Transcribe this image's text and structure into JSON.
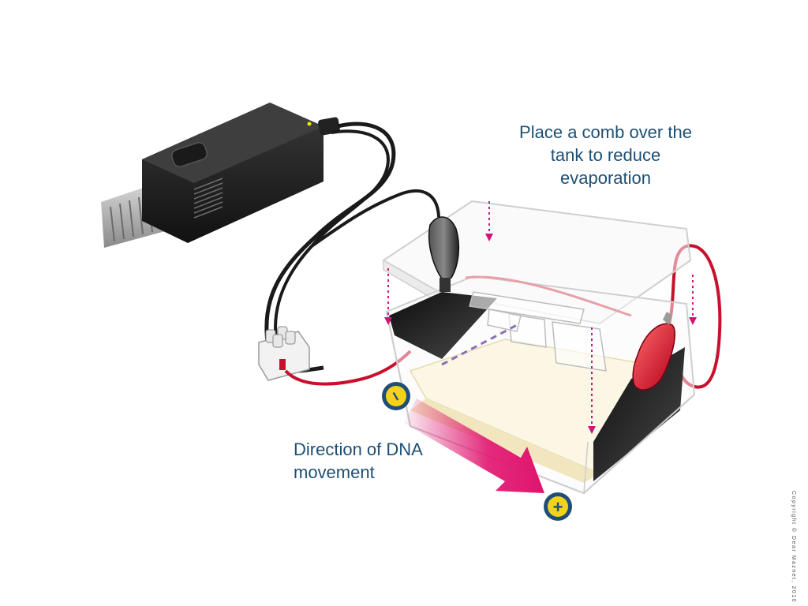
{
  "labels": {
    "comb_line1": "Place a comb over the",
    "comb_line2": "tank to reduce",
    "comb_line3": "evaporation",
    "dna_line1": "Direction of DNA",
    "dna_line2": "movement",
    "copyright": "Copyright © Dear Maznet, 2010"
  },
  "electrodes": {
    "negative_symbol": "−",
    "positive_symbol": "+"
  },
  "colors": {
    "text": "#1d4f73",
    "arrow": "#e0136e",
    "red_wire": "#c8102e",
    "black_wire": "#1a1a1a",
    "electrode_badge": "#f2d21b",
    "electrode_ring": "#1f4f78",
    "gel": "#fbf7e4"
  }
}
